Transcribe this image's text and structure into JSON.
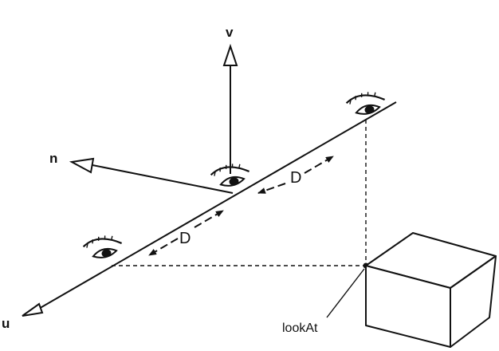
{
  "diagram": {
    "labels": {
      "v": "v",
      "n": "n",
      "u": "u",
      "distance_upper": "D",
      "distance_lower": "D",
      "look_at": "lookAt"
    },
    "colors": {
      "ink": "#111111",
      "background": "#ffffff",
      "fill": "#ffffff"
    },
    "icons": [
      "eye-icon-upper",
      "eye-icon-center",
      "eye-icon-lower",
      "cube-icon",
      "axis-arrowhead-icon"
    ]
  }
}
